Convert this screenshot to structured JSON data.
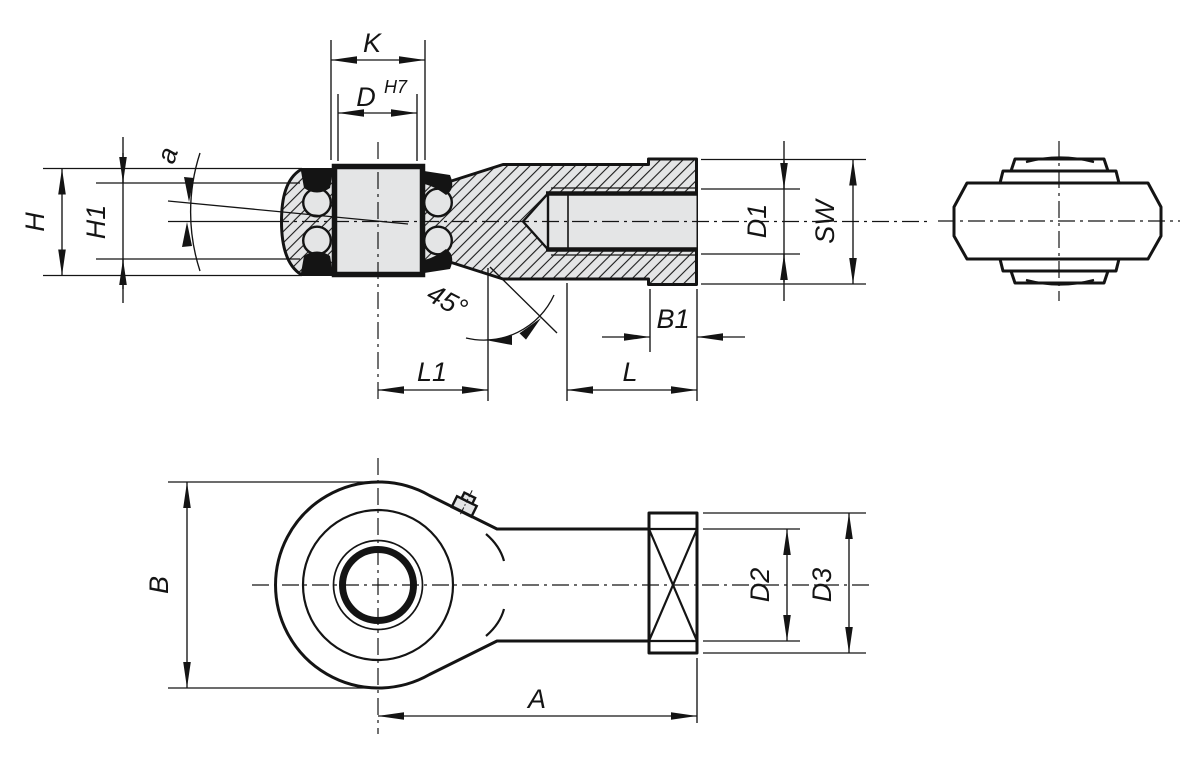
{
  "drawing": {
    "title": "rod-end-bearing-technical-drawing",
    "colors": {
      "line": "#141414",
      "fill": "#e4e5e6",
      "background": "#ffffff"
    },
    "views": {
      "front_section": "front-section-view",
      "side": "side-view",
      "top": "top-view"
    }
  },
  "labels": {
    "k": "K",
    "d": "D",
    "d_sup": "H7",
    "h": "H",
    "h1": "H1",
    "alpha": "a",
    "d1": "D1",
    "sw": "SW",
    "b1": "B1",
    "l1": "L1",
    "l": "L",
    "angle45": "45°",
    "b": "B",
    "a_len": "A",
    "d2": "D2",
    "d3": "D3"
  }
}
